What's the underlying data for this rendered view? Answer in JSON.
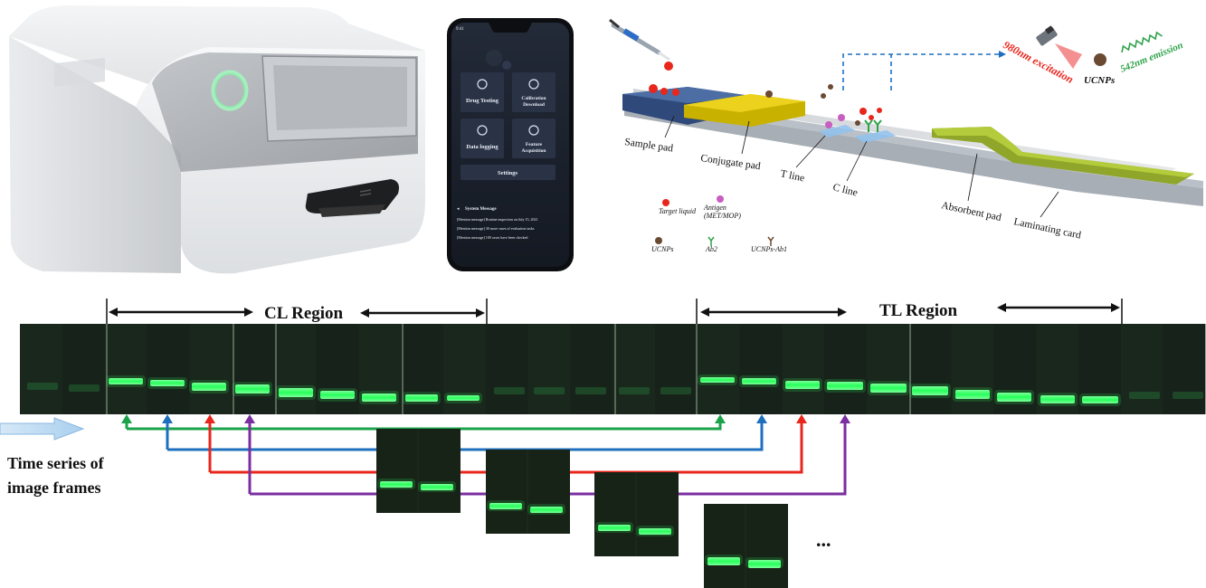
{
  "phone": {
    "status_time": "9:41",
    "tiles": [
      {
        "label": "Drug Testing",
        "icon": "flask-icon"
      },
      {
        "label": "Calibration Download",
        "icon": "cloud-download-icon"
      },
      {
        "label": "Data logging",
        "icon": "pie-chart-icon"
      },
      {
        "label": "Feature Acquisition",
        "icon": "eye-icon"
      }
    ],
    "settings_label": "Settings",
    "system_message_title": "System Message",
    "messages": [
      "[Mention message] Routine inspection on July 15, 2021",
      "[Mention message] 30 more cases of evaluation tasks",
      "[Mention message] 100 cases have been checked"
    ]
  },
  "strip": {
    "excitation": "980nm excitation",
    "emission": "542nm emission",
    "ucnps_label": "UCNPs",
    "parts": [
      "Sample pad",
      "Conjugate pad",
      "T line",
      "C line",
      "Absorbent pad",
      "Laminating card"
    ],
    "legend": [
      {
        "label": "Target liquid",
        "icon": "red-ball-icon"
      },
      {
        "label": "Antigen (MET/MOP)",
        "icon": "pink-ball-icon"
      },
      {
        "label": "UCNPs",
        "icon": "brown-ball-icon"
      },
      {
        "label": "Ab2",
        "icon": "green-antibody-icon"
      },
      {
        "label": "UCNPs-Ab1",
        "icon": "brown-antibody-icon"
      }
    ]
  },
  "frames": {
    "cl_region": "CL Region",
    "tl_region": "TL Region",
    "time_series_label": "Time series of image frames",
    "ellipsis": "...",
    "arrow_colors": [
      "#1aa34a",
      "#1e6fbd",
      "#e8261c",
      "#7a2ea0"
    ]
  }
}
